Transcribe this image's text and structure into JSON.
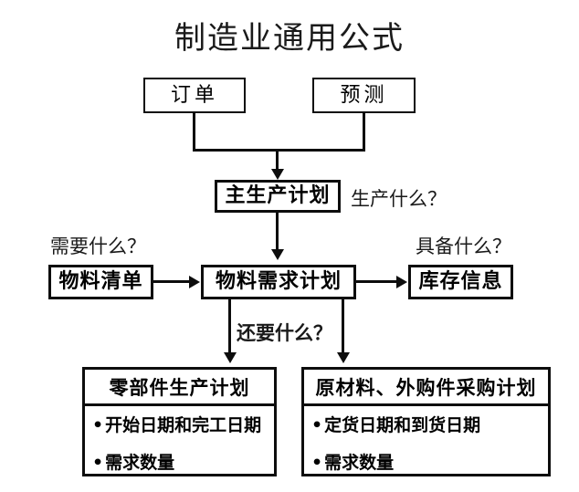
{
  "diagram": {
    "title": "制造业通用公式",
    "nodes": {
      "order": "订单",
      "forecast": "预测",
      "mps": "主生产计划",
      "bom": "物料清单",
      "mrp": "物料需求计划",
      "inventory": "库存信息"
    },
    "annotations": {
      "what_to_produce": "生产什么？",
      "what_is_needed": "需要什么？",
      "what_is_available": "具备什么？",
      "what_else_needed": "还要什么？"
    },
    "panels": [
      {
        "id": "parts-production-plan",
        "header": "零部件生产计划",
        "bullets": [
          "开始日期和完工日期",
          "需求数量"
        ]
      },
      {
        "id": "material-purchase-plan",
        "header": "原材料、外购件采购计划",
        "bullets": [
          "定货日期和到货日期",
          "需求数量"
        ]
      }
    ],
    "bullet_marker": "•",
    "colors": {
      "line": "#0d0d0d",
      "text": "#000000",
      "background": "#ffffff"
    }
  }
}
